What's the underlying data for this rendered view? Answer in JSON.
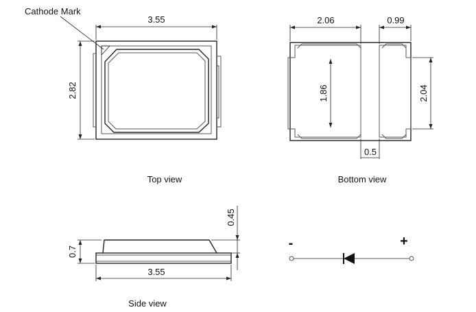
{
  "labels": {
    "cathode_mark": "Cathode Mark",
    "top_view": "Top view",
    "bottom_view": "Bottom view",
    "side_view": "Side view"
  },
  "dimensions": {
    "top_width": "3.55",
    "top_height": "2.82",
    "bottom_left_width": "2.06",
    "bottom_right_width": "0.99",
    "bottom_pad_height": "1.86",
    "bottom_total_height": "2.04",
    "bottom_gap": "0.5",
    "side_height": "0.7",
    "side_lens_height": "0.45",
    "side_width": "3.55"
  },
  "symbol": {
    "minus": "-",
    "plus": "+"
  }
}
